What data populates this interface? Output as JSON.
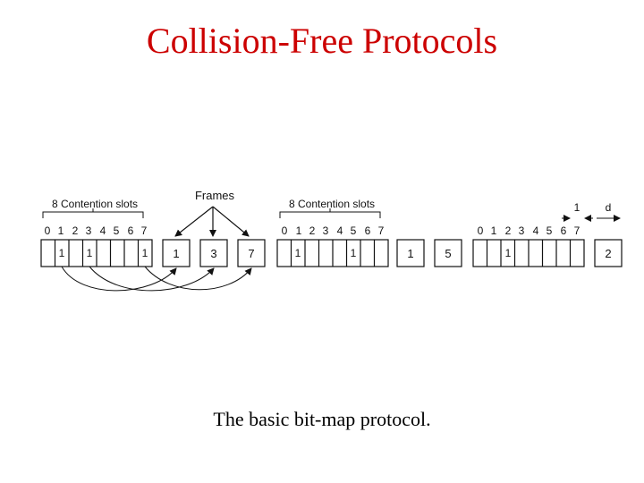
{
  "title": "Collision-Free Protocols",
  "caption": "The basic bit-map protocol.",
  "diagram": {
    "frames_label": "Frames",
    "slots_label": "8 Contention slots",
    "slot_numbers": [
      "0",
      "1",
      "2",
      "3",
      "4",
      "5",
      "6",
      "7"
    ],
    "dim_one": "1",
    "dim_d": "d",
    "groups": [
      {
        "bits": [
          "",
          "1",
          "",
          "1",
          "",
          "",
          "",
          "1"
        ],
        "frames": [
          "1",
          "3",
          "7"
        ]
      },
      {
        "bits": [
          "",
          "1",
          "",
          "",
          "",
          "1",
          "",
          ""
        ],
        "frames": [
          "1",
          "5"
        ]
      },
      {
        "bits": [
          "",
          "",
          "1",
          "",
          "",
          "",
          "",
          ""
        ],
        "frames": [
          "2"
        ]
      }
    ]
  }
}
